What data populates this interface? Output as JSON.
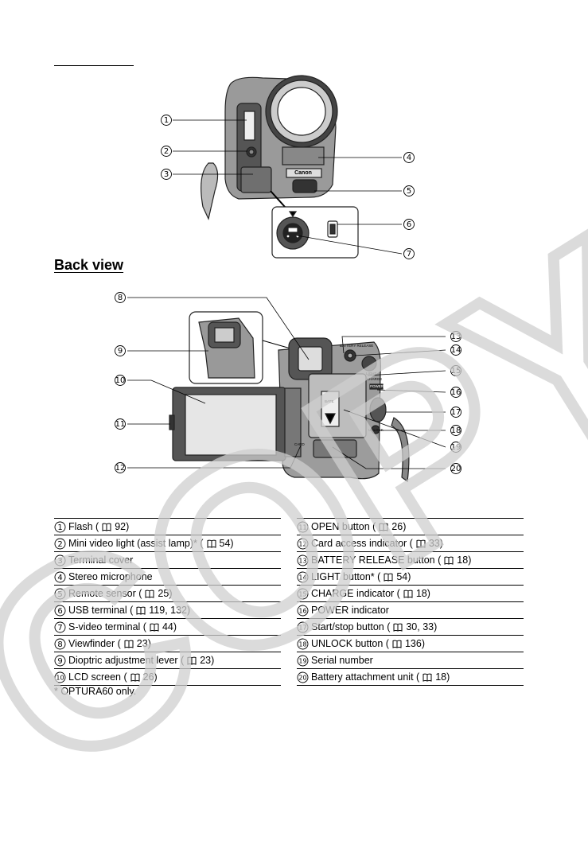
{
  "section_title": "Back view",
  "callouts": [
    "1",
    "2",
    "3",
    "4",
    "5",
    "6",
    "7",
    "8",
    "9",
    "10",
    "11",
    "12",
    "13",
    "14",
    "15",
    "16",
    "17",
    "18",
    "19",
    "20"
  ],
  "device_labels": {
    "brand": "Canon",
    "battery_release": "BATTERY RELEASE",
    "light": "LIGHT",
    "charge": "CHARGE",
    "power": "POWER",
    "unlock": "UNLOCK",
    "card": "CARD",
    "batt": "BATT."
  },
  "parts_left": [
    {
      "n": "1",
      "pre": "Flash (",
      "ref": "92",
      "post": ")"
    },
    {
      "n": "2",
      "pre": "Mini video light (assist lamp)* (",
      "ref": "54",
      "post": ")"
    },
    {
      "n": "3",
      "pre": "Terminal cover",
      "ref": "",
      "post": ""
    },
    {
      "n": "4",
      "pre": "Stereo microphone",
      "ref": "",
      "post": ""
    },
    {
      "n": "5",
      "pre": "Remote sensor (",
      "ref": "25",
      "post": ")"
    },
    {
      "n": "6",
      "pre": "USB terminal (",
      "ref": "119, 132",
      "post": ")"
    },
    {
      "n": "7",
      "pre": "S-video terminal (",
      "ref": "44",
      "post": ")"
    },
    {
      "n": "8",
      "pre": "Viewfinder (",
      "ref": "23",
      "post": ")"
    },
    {
      "n": "9",
      "pre": "Dioptric adjustment lever (",
      "ref": "23",
      "post": ")"
    },
    {
      "n": "10",
      "pre": "LCD screen (",
      "ref": "26",
      "post": ")"
    }
  ],
  "parts_right": [
    {
      "n": "11",
      "pre": "OPEN button (",
      "ref": "26",
      "post": ")"
    },
    {
      "n": "12",
      "pre": "Card access indicator (",
      "ref": "33",
      "post": ")"
    },
    {
      "n": "13",
      "pre": "BATTERY RELEASE button (",
      "ref": "18",
      "post": ")"
    },
    {
      "n": "14",
      "pre": "LIGHT button* (",
      "ref": "54",
      "post": ")"
    },
    {
      "n": "15",
      "pre": "CHARGE indicator (",
      "ref": "18",
      "post": ")"
    },
    {
      "n": "16",
      "pre": "POWER indicator",
      "ref": "",
      "post": ""
    },
    {
      "n": "17",
      "pre": "Start/stop button (",
      "ref": "30, 33",
      "post": ")"
    },
    {
      "n": "18",
      "pre": "UNLOCK button (",
      "ref": "136",
      "post": ")"
    },
    {
      "n": "19",
      "pre": "Serial number",
      "ref": "",
      "post": ""
    },
    {
      "n": "20",
      "pre": "Battery attachment unit (",
      "ref": "18",
      "post": ")"
    }
  ],
  "footnote": "* OPTURA60 only.",
  "watermark": "COPY"
}
